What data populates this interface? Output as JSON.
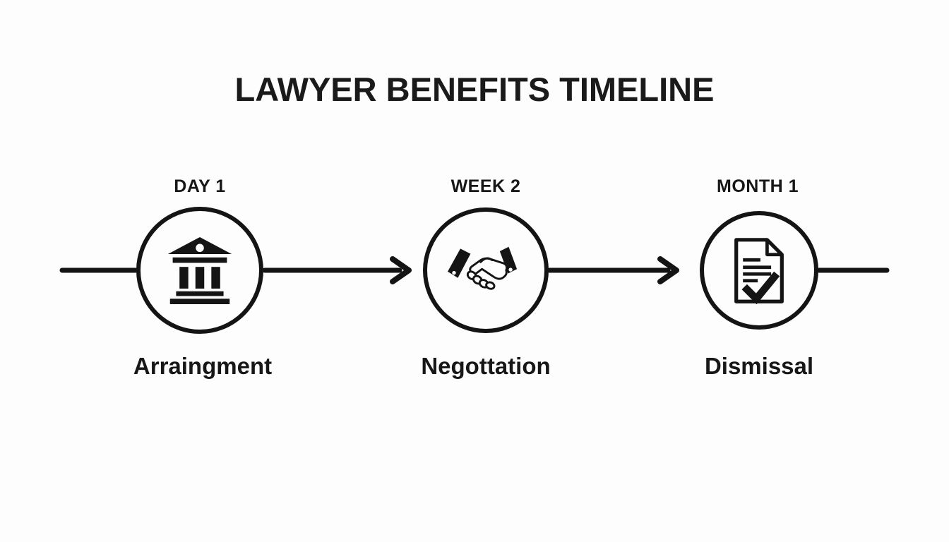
{
  "title": "LAWYER BENEFITS TIMELINE",
  "timeline": {
    "nodes": [
      {
        "time": "DAY 1",
        "label": "Arraingment",
        "icon": "courthouse-icon"
      },
      {
        "time": "WEEK 2",
        "label": "Negottation",
        "icon": "handshake-icon"
      },
      {
        "time": "MONTH 1",
        "label": "Dismissal",
        "icon": "document-check-icon"
      }
    ]
  },
  "colors": {
    "ink": "#141414",
    "background": "#fdfdfd"
  }
}
